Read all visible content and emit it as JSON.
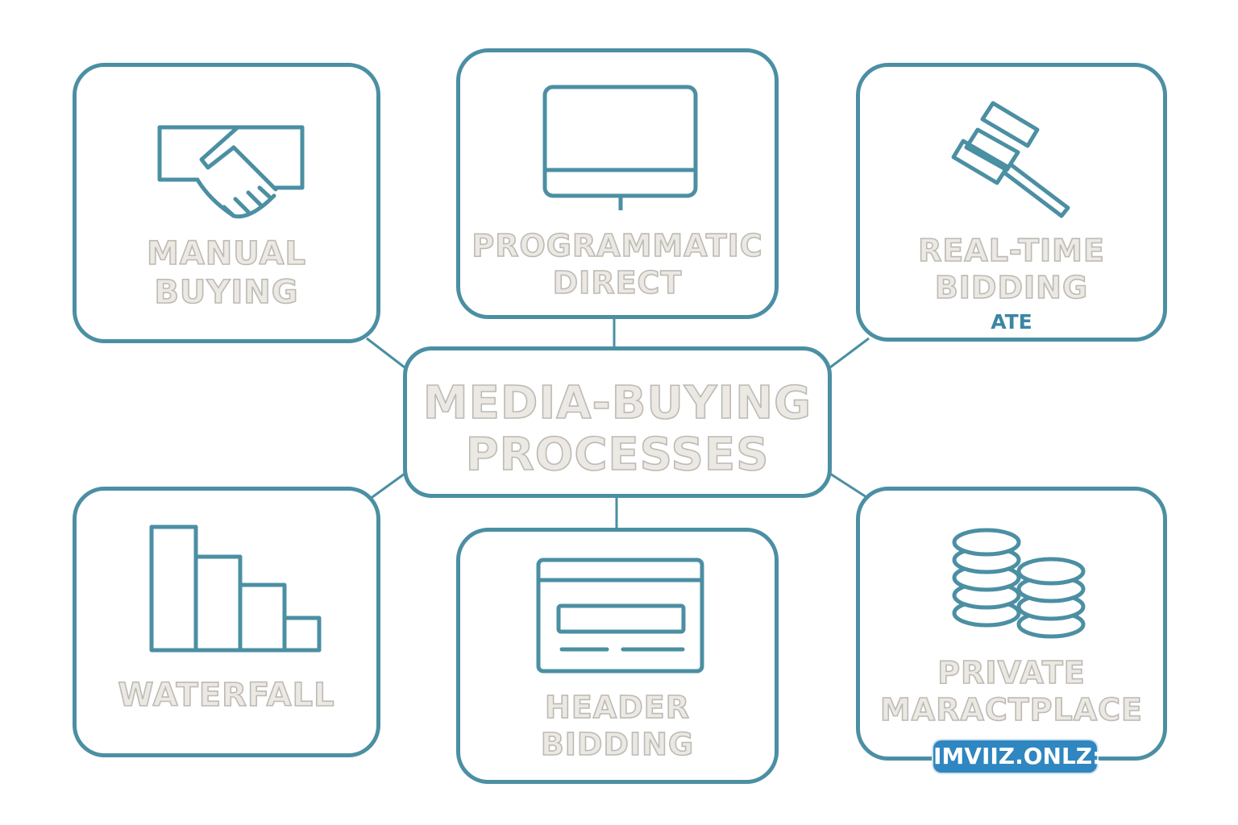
{
  "diagram": {
    "center": {
      "line1": "MEDIA-BUYING",
      "line2": "PROCESSES"
    },
    "nodes": {
      "manual": {
        "line1": "MANUAL",
        "line2": "BUYING",
        "icon": "handshake-icon"
      },
      "programmatic": {
        "line1": "PROGRAMMATIC",
        "line2": "DIRECT",
        "icon": "monitor-icon"
      },
      "rtb": {
        "line1": "REAL-TIME",
        "line2": "BIDDING",
        "sub": "ATE",
        "icon": "gavel-icon"
      },
      "waterfall": {
        "line1": "WATERFALL",
        "icon": "bar-chart-icon"
      },
      "header": {
        "line1": "HEADER",
        "line2": "BIDDING",
        "icon": "browser-window-icon"
      },
      "pmp": {
        "line1": "PRIVATE",
        "line2": "MARACTPLACE",
        "icon": "coin-stacks-icon"
      }
    },
    "watermark": "IMVIIZ.ONLZ:"
  },
  "colors": {
    "outline": "#4b8fa3",
    "label_fill": "#ece9e4",
    "label_stroke": "#bdbab3",
    "badge": "#2f86c0"
  }
}
